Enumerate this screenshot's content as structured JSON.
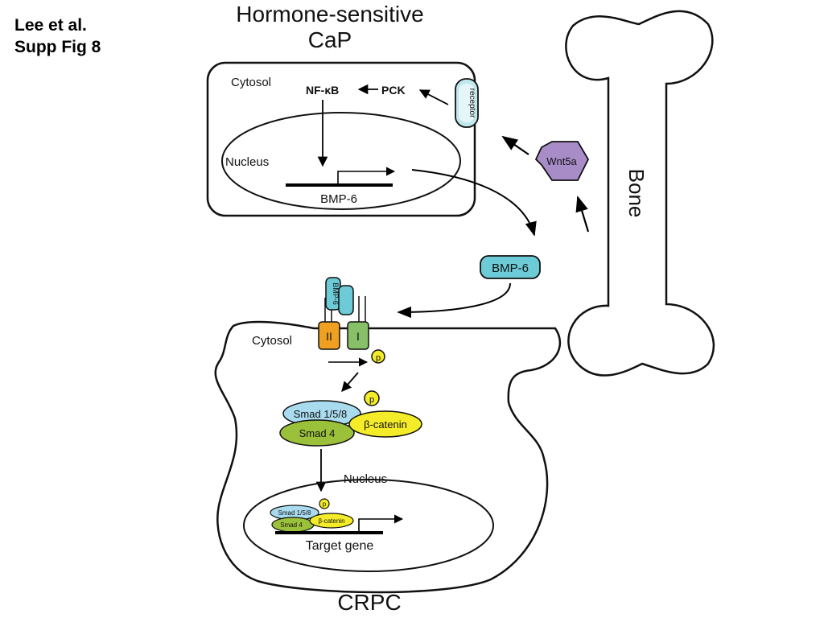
{
  "figure": {
    "author_line": "Lee et al.",
    "figure_line": "Supp Fig 8"
  },
  "hormone_cell": {
    "title_line1": "Hormone-sensitive",
    "title_line2": "CaP",
    "cytosol_label": "Cytosol",
    "nucleus_label": "Nucleus",
    "nfkb_label": "NF-κB",
    "pck_label": "PCK",
    "receptor_label": "receptor",
    "gene_label": "BMP-6"
  },
  "bone": {
    "label": "Bone",
    "wnt5a_label": "Wnt5a"
  },
  "secreted": {
    "bmp6_label": "BMP-6"
  },
  "crpc_cell": {
    "title": "CRPC",
    "cytosol_label": "Cytosol",
    "receptor_bound_ligand": "BMP-6",
    "receptor_type2": "II",
    "receptor_type1": "I",
    "phospho": "p",
    "smad158": "Smad 1/5/8",
    "smad4": "Smad 4",
    "beta_catenin": "β-catenin",
    "nucleus_label": "Nucleus",
    "target_gene_label": "Target gene"
  },
  "colors": {
    "cyan": "#6ccbd6",
    "light_blue": "#a9dbef",
    "orange": "#f0a020",
    "green_receptor": "#88c06a",
    "smad4_green": "#9bc03a",
    "yellow": "#f4ec28",
    "wnt5a_purple": "#a88cc8"
  }
}
